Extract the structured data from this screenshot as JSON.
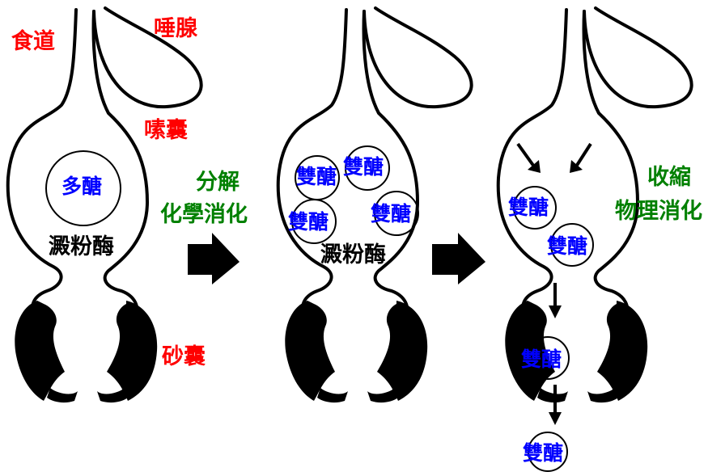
{
  "panels": [
    {
      "organ_labels": {
        "esophagus": "食道",
        "salivary_gland": "唾腺",
        "crop": "嗉囊",
        "gizzard": "砂囊"
      },
      "content_label": "多醣",
      "enzyme_label": "澱粉酶"
    },
    {
      "content_labels": [
        "雙醣",
        "雙醣",
        "雙醣",
        "雙醣"
      ],
      "enzyme_label": "澱粉酶"
    },
    {
      "content_labels": [
        "雙醣",
        "雙醣",
        "雙醣",
        "雙醣"
      ]
    }
  ],
  "steps": [
    {
      "line1": "分解",
      "line2": "化學消化"
    },
    {
      "line1": "收縮",
      "line2": "物理消化"
    }
  ],
  "colors": {
    "organ_label": "#ff0000",
    "sugar_label": "#0000ff",
    "step_label": "#008000",
    "enzyme_label": "#000000",
    "outline": "#000000"
  },
  "icons": [
    "right-arrow-icon",
    "down-arrow-icon",
    "squeeze-arrow-icon"
  ]
}
